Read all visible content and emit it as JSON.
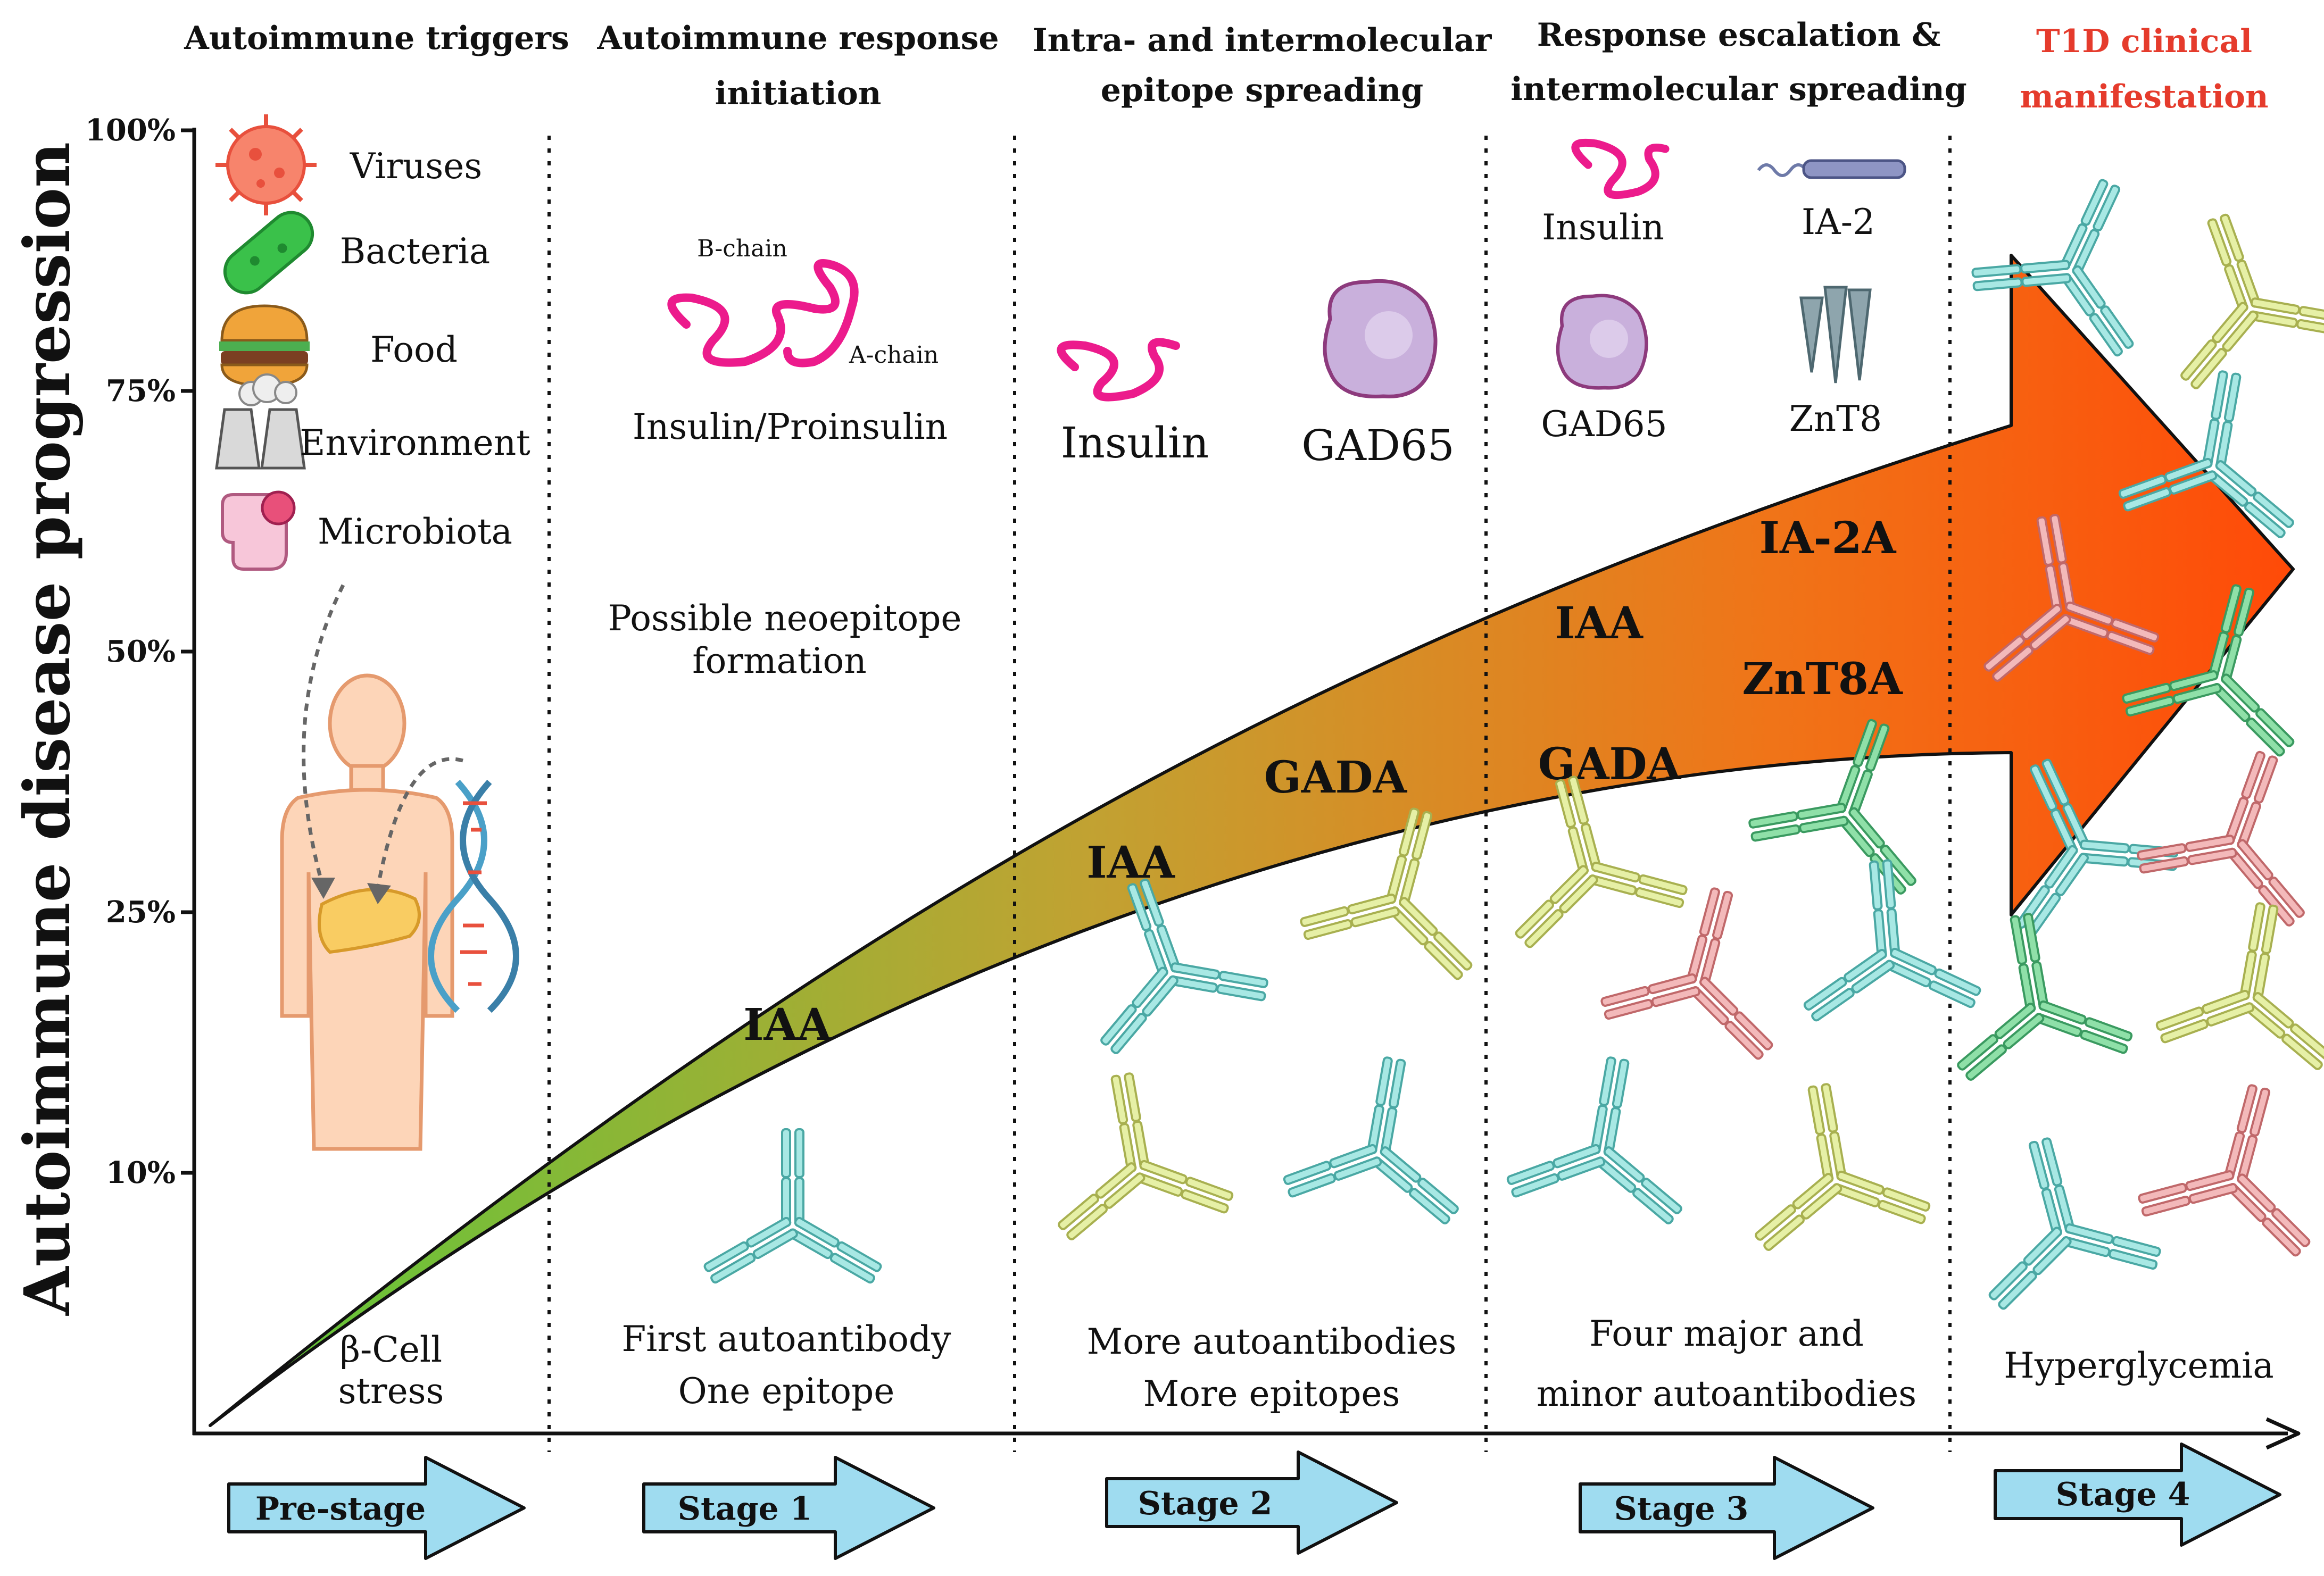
{
  "headers": {
    "triggers": "Autoimmune triggers",
    "initiation": [
      "Autoimmune response",
      "initiation"
    ],
    "spreading": [
      "Intra- and intermolecular",
      "epitope spreading"
    ],
    "escalation": [
      "Response escalation &",
      "intermolecular spreading"
    ],
    "clinical": [
      "T1D clinical",
      "manifestation"
    ]
  },
  "y_axis": {
    "label": "Autoimmune disease progression",
    "ticks": [
      "100%",
      "75%",
      "50%",
      "25%",
      "10%"
    ]
  },
  "triggers": [
    "Viruses",
    "Bacteria",
    "Food",
    "Environment",
    "Microbiota"
  ],
  "prestage_note": [
    "β-Cell",
    "stress"
  ],
  "stage1": {
    "chain_b": "B-chain",
    "chain_a": "A-chain",
    "antigen": "Insulin/Proinsulin",
    "note": [
      "Possible neoepitope",
      "formation"
    ],
    "autoantibody": "IAA",
    "summary": [
      "First autoantibody",
      "One epitope"
    ]
  },
  "stage2": {
    "antigens": [
      "Insulin",
      "GAD65"
    ],
    "autoantibodies": [
      "IAA",
      "GADA"
    ],
    "summary": [
      "More autoantibodies",
      "More epitopes"
    ]
  },
  "stage3": {
    "antigens": [
      "Insulin",
      "IA-2",
      "GAD65",
      "ZnT8"
    ],
    "autoantibodies": [
      "IAA",
      "GADA",
      "IA-2A",
      "ZnT8A"
    ],
    "summary": [
      "Four major and",
      "minor autoantibodies"
    ]
  },
  "stage4": {
    "summary": "Hyperglycemia"
  },
  "stages": [
    "Pre-stage",
    "Stage 1",
    "Stage 2",
    "Stage 3",
    "Stage 4"
  ],
  "colors": {
    "arrow_start": "#5cc83a",
    "arrow_mid": "#c1a232",
    "arrow_end": "#ff4a08",
    "stage_arrow": "#9fdcf0",
    "header_red": "#e53b2c",
    "insulin_pink": "#ec1b8c",
    "antibody_cyan": "#a8e8e4",
    "antibody_yellow": "#e6f0a6",
    "antibody_pink": "#f3b9ba",
    "antibody_green": "#8fe0a8"
  }
}
